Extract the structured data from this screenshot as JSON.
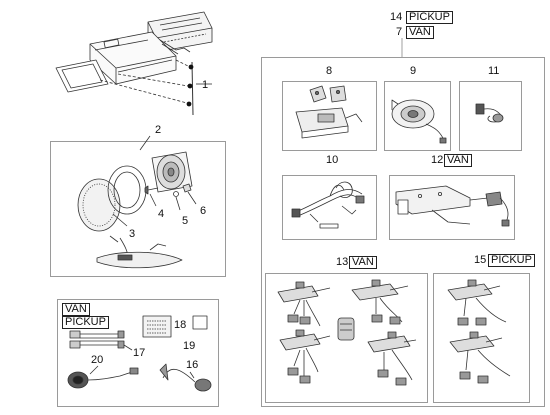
{
  "labels": {
    "n1": "1",
    "n2": "2",
    "n3": "3",
    "n4": "4",
    "n5": "5",
    "n6": "6",
    "n8": "8",
    "n9": "9",
    "n10": "10",
    "n11": "11",
    "n12": "12",
    "n12_tag": "VAN",
    "n13": "13",
    "n13_tag": "VAN",
    "n15": "15",
    "n15_tag": "PICKUP",
    "n14": "14",
    "n14_tag": "PICKUP",
    "n7": "7",
    "n7_tag": "VAN",
    "n16": "16",
    "n17": "17",
    "n18": "18",
    "n19": "19",
    "n20": "20",
    "kit_van": "VAN",
    "kit_pickup": "PICKUP"
  }
}
